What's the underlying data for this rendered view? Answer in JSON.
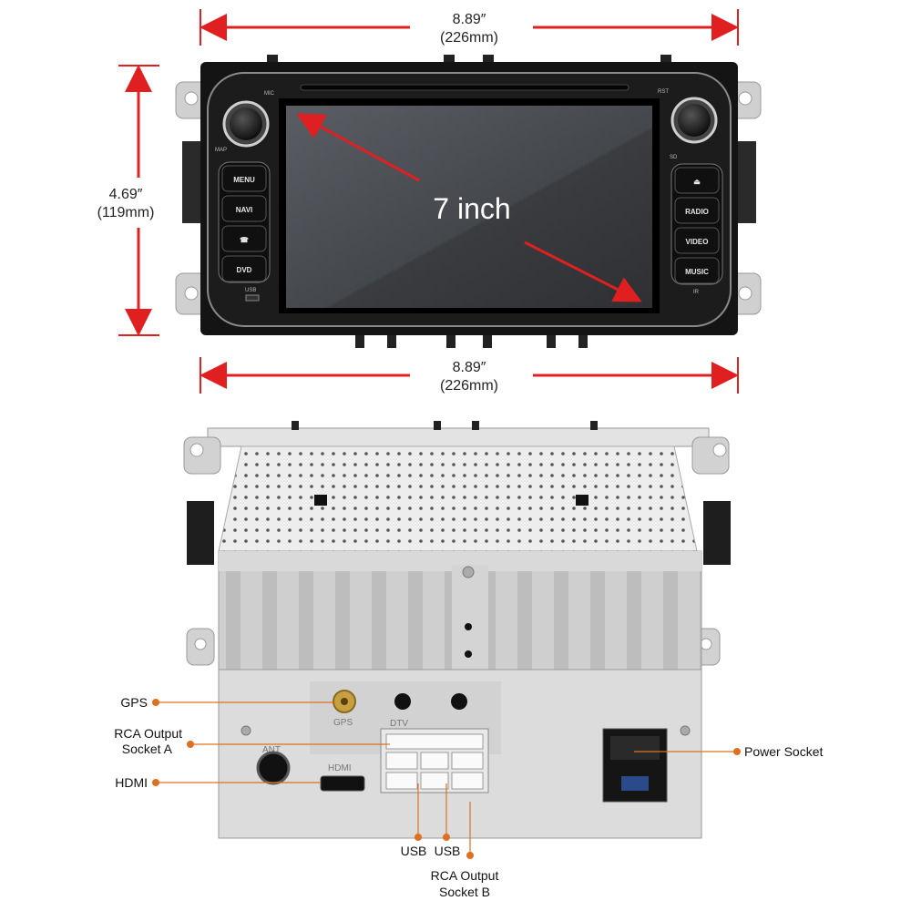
{
  "dimensions": {
    "top_width": {
      "inch": "8.89″",
      "mm": "(226mm)"
    },
    "bottom_width": {
      "inch": "8.89″",
      "mm": "(226mm)"
    },
    "height": {
      "inch": "4.69″",
      "mm": "(119mm)"
    }
  },
  "screen": {
    "label": "7 inch"
  },
  "front_panel": {
    "left_buttons": [
      "MENU",
      "NAVI",
      "☎",
      "DVD"
    ],
    "right_buttons": [
      "⏏",
      "RADIO",
      "VIDEO",
      "MUSIC"
    ],
    "tiny_labels": {
      "mic": "MIC",
      "rst": "RST",
      "map": "MAP",
      "sd": "SD",
      "usb": "USB",
      "ir": "IR"
    }
  },
  "back_panel": {
    "port_labels": {
      "gps": "GPS",
      "dtv": "DTV",
      "ant": "ANT",
      "hdmi": "HDMI"
    }
  },
  "callouts": {
    "gps": "GPS",
    "rca_a_line1": "RCA Output",
    "rca_a_line2": "Socket A",
    "hdmi": "HDMI",
    "power": "Power Socket",
    "usb1": "USB",
    "usb2": "USB",
    "rca_b_line1": "RCA Output",
    "rca_b_line2": "Socket B"
  },
  "colors": {
    "arrow": "#e02020",
    "callout_dot": "#e07020",
    "panel": "#1a1a1a",
    "metal": "#d8d8d8"
  }
}
